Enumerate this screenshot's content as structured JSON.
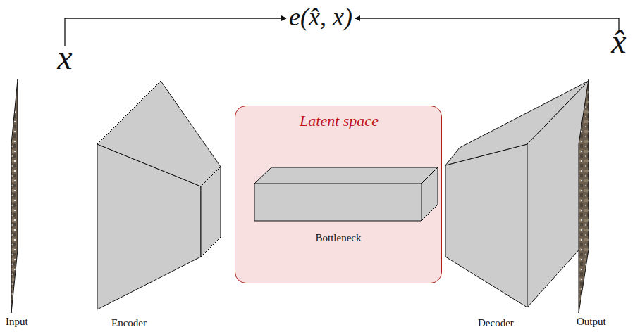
{
  "diagram": {
    "nodes": [
      {
        "text": [
          "e(x̂, x)"
        ]
      },
      {
        "text": [
          "x",
          "Input"
        ]
      },
      {
        "text": [
          "Encoder"
        ]
      },
      {
        "text": [
          "Latent space"
        ]
      },
      {
        "text": [
          "Bottleneck"
        ],
        "in": 3
      },
      {
        "text": [
          "Decoder"
        ]
      },
      {
        "text": [
          "x̂",
          "Output"
        ]
      }
    ],
    "edges": [
      {
        "from": 1,
        "to": 0,
        "arrow": "to"
      },
      {
        "from": 6,
        "to": 0,
        "arrow": "to"
      }
    ]
  }
}
